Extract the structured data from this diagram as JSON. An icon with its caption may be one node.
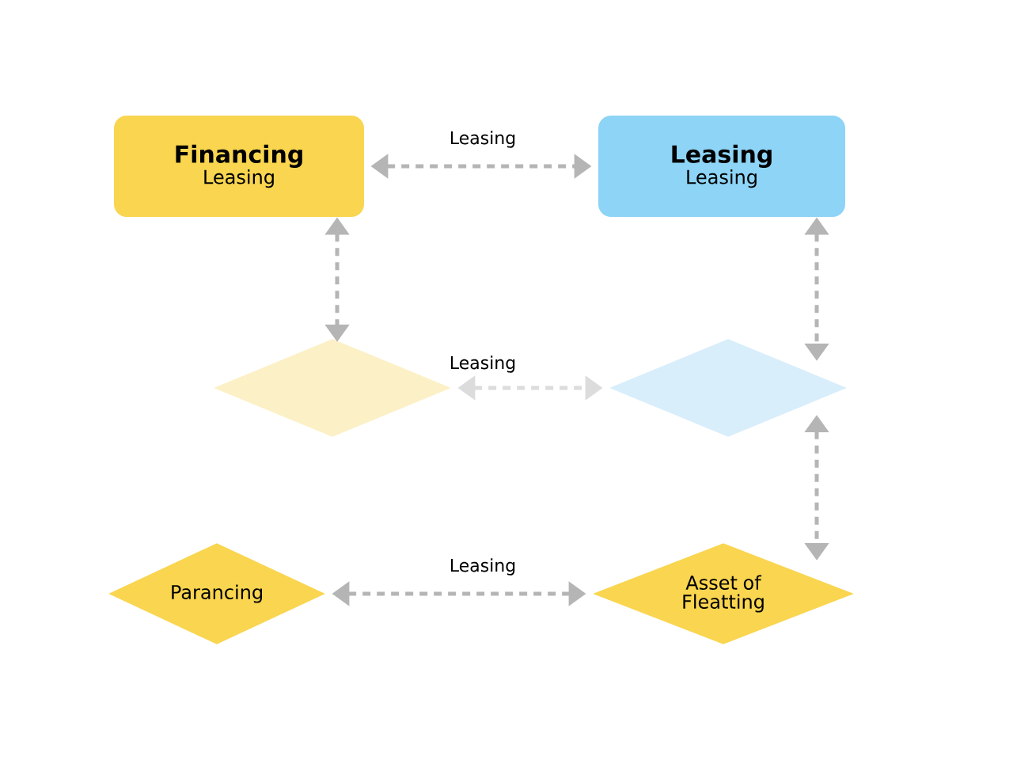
{
  "diagram": {
    "nodes": [
      {
        "text": [
          "Financing",
          "Leasing"
        ]
      },
      {
        "text": [
          "Leasing",
          "Leasing"
        ]
      },
      {
        "text": [],
        "shape": "diamond"
      },
      {
        "text": [],
        "shape": "diamond"
      },
      {
        "text": [
          "Parancing"
        ]
      },
      {
        "text": [
          "Asset of Fleatting"
        ]
      }
    ],
    "edges": [
      {
        "from": 0,
        "to": 1,
        "arrow": "both",
        "label": "Leasing"
      },
      {
        "from": 0,
        "to": 2,
        "arrow": "both"
      },
      {
        "from": 1,
        "to": 3,
        "arrow": "both"
      },
      {
        "from": 2,
        "to": 3,
        "arrow": "both",
        "label": "Leasing",
        "color": "#dcdcdc"
      },
      {
        "from": 3,
        "to": 5,
        "arrow": "both"
      },
      {
        "from": 4,
        "to": 5,
        "arrow": "both",
        "label": "Leasing"
      }
    ]
  }
}
